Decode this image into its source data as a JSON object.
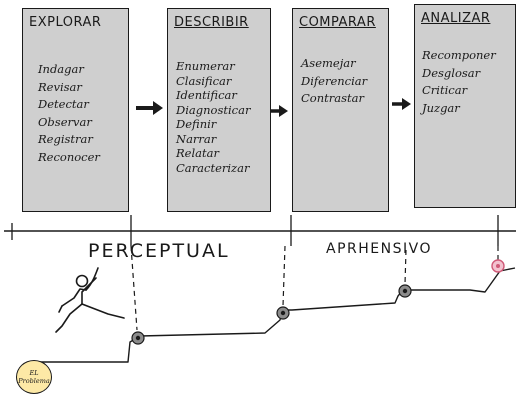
{
  "stages": [
    {
      "title": "EXPLORAR",
      "verbs": [
        "Indagar",
        "Revisar",
        "Detectar",
        "Observar",
        "Registrar",
        "Reconocer"
      ]
    },
    {
      "title": "DESCRIBIR",
      "verbs": [
        "Enumerar",
        "Clasificar",
        "Identificar",
        "Diagnosticar",
        "Definir",
        "Narrar",
        "Relatar",
        "Caracterizar"
      ]
    },
    {
      "title": "COMPARAR",
      "verbs": [
        "Asemejar",
        "Diferenciar",
        "Contrastar"
      ]
    },
    {
      "title": "ANALIZAR",
      "verbs": [
        "Recomponer",
        "Desglosar",
        "Criticar",
        "Juzgar"
      ]
    }
  ],
  "phases": {
    "perceptual": "PERCEPTUAL",
    "aprehensivo": "APRHENSIVO"
  },
  "start_badge": {
    "line1": "EL",
    "line2": "Problema"
  },
  "colors": {
    "box_fill": "#cfcfcf",
    "ink": "#1a1a1a",
    "badge_fill": "#fde9a6",
    "node_fill": "#8c8c8c",
    "final_node": "#d05a78"
  }
}
